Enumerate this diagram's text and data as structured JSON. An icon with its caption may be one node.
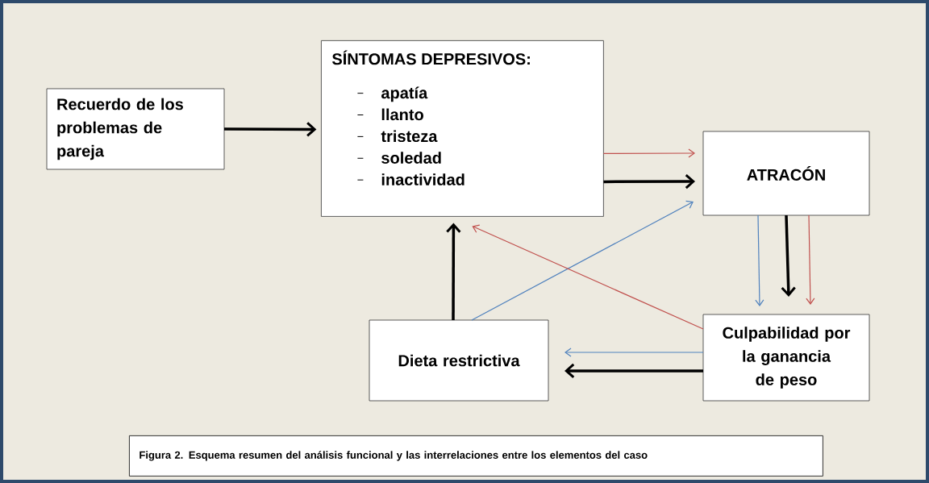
{
  "diagram": {
    "caption": "Figura 2. Esquema resumen del análisis funcional y las interrelaciones entre los elementos del caso",
    "nodes": [
      {
        "text": [
          "Recuerdo de los problemas de pareja"
        ]
      },
      {
        "text": [
          "SÍNTOMAS DEPRESIVOS:",
          "apatía",
          "llanto",
          "tristeza",
          "soledad",
          "inactividad"
        ]
      },
      {
        "text": [
          "ATRACÓN"
        ]
      },
      {
        "text": [
          "Culpabilidad por la ganancia de peso"
        ]
      },
      {
        "text": [
          "Dieta restrictiva"
        ]
      }
    ],
    "edges": [
      {
        "from": 0,
        "to": 1,
        "arrow": "to",
        "style": "thick"
      },
      {
        "from": 1,
        "to": 2,
        "arrow": "to",
        "color": "#c0504d"
      },
      {
        "from": 1,
        "to": 2,
        "arrow": "to",
        "style": "thick"
      },
      {
        "from": 2,
        "to": 3,
        "arrow": "to",
        "color": "#4f81bd"
      },
      {
        "from": 2,
        "to": 3,
        "arrow": "to",
        "style": "thick"
      },
      {
        "from": 2,
        "to": 3,
        "arrow": "to",
        "color": "#c0504d"
      },
      {
        "from": 3,
        "to": 4,
        "arrow": "to",
        "color": "#4f81bd"
      },
      {
        "from": 3,
        "to": 4,
        "arrow": "to",
        "style": "thick"
      },
      {
        "from": 4,
        "to": 1,
        "arrow": "to",
        "style": "thick"
      },
      {
        "from": 4,
        "to": 2,
        "arrow": "to",
        "color": "#4f81bd"
      },
      {
        "from": 3,
        "to": 1,
        "arrow": "to",
        "color": "#c0504d"
      }
    ]
  }
}
